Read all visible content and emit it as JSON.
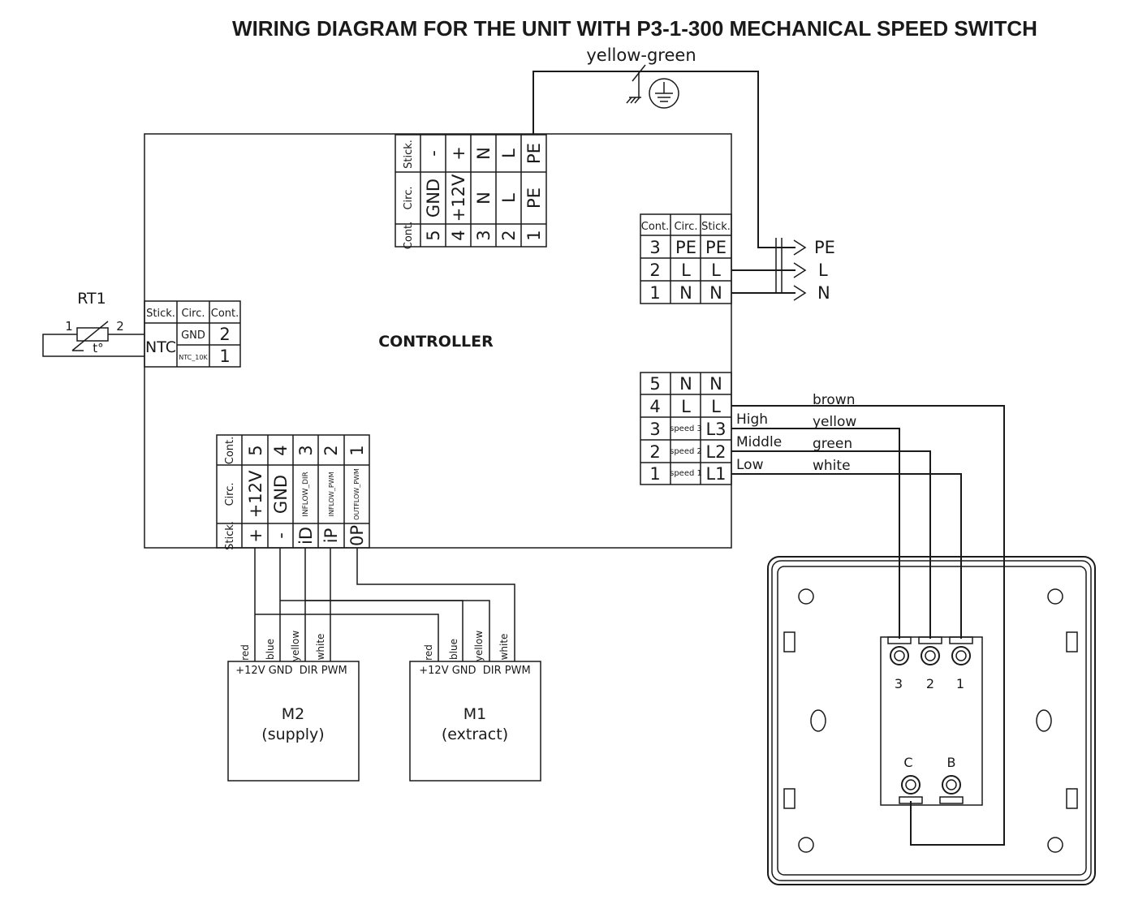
{
  "title": "WIRING DIAGRAM FOR THE UNIT WITH P3-1-300 MECHANICAL SPEED SWITCH",
  "ground_wire": "yellow-green",
  "controller_label": "CONTROLLER",
  "thermistor": {
    "name": "RT1",
    "pin1": "1",
    "pin2": "2",
    "symbol": "t°"
  },
  "headers": {
    "stick": "Stick.",
    "circ": "Circ.",
    "cont": "Cont."
  },
  "top_block": {
    "stick": [
      "-",
      "+",
      "N",
      "L",
      "PE"
    ],
    "circ": [
      "GND",
      "+12V",
      "N",
      "L",
      "PE"
    ],
    "cont": [
      "5",
      "4",
      "3",
      "2",
      "1"
    ]
  },
  "power_block": {
    "rows": [
      {
        "cont": "3",
        "circ": "PE",
        "stick": "PE",
        "out": "PE"
      },
      {
        "cont": "2",
        "circ": "L",
        "stick": "L",
        "out": "L"
      },
      {
        "cont": "1",
        "circ": "N",
        "stick": "N",
        "out": "N"
      }
    ]
  },
  "ntc_block": {
    "stick": "NTC",
    "circ": [
      "GND",
      "NTC_10K"
    ],
    "cont": [
      "2",
      "1"
    ]
  },
  "speed_block": {
    "rows": [
      {
        "cont": "5",
        "circ": "N",
        "stick": "N"
      },
      {
        "cont": "4",
        "circ": "L",
        "stick": "L"
      },
      {
        "cont": "3",
        "circ": "speed 3",
        "stick": "L3"
      },
      {
        "cont": "2",
        "circ": "speed 2",
        "stick": "L2"
      },
      {
        "cont": "1",
        "circ": "speed 1",
        "stick": "L1"
      }
    ],
    "speed_labels": [
      "High",
      "Middle",
      "Low"
    ],
    "wire_colors": [
      "brown",
      "yellow",
      "green",
      "white"
    ]
  },
  "motor_block": {
    "cont": [
      "5",
      "4",
      "3",
      "2",
      "1"
    ],
    "circ": [
      "+12V",
      "GND",
      "INFLOW_DIR",
      "INFLOW_PWM",
      "OUTFLOW_PWM"
    ],
    "stick": [
      "+",
      "-",
      "iD",
      "iP",
      "0P"
    ]
  },
  "motors": [
    {
      "name": "M2",
      "role": "(supply)",
      "pins": "+12V GND  DIR PWM",
      "wires": [
        "red",
        "blue",
        "yellow",
        "white"
      ]
    },
    {
      "name": "M1",
      "role": "(extract)",
      "pins": "+12V GND  DIR PWM",
      "wires": [
        "red",
        "blue",
        "yellow",
        "white"
      ]
    }
  ],
  "switch": {
    "top_terminals": [
      "3",
      "2",
      "1"
    ],
    "bottom_terminals": [
      "C",
      "B"
    ]
  }
}
